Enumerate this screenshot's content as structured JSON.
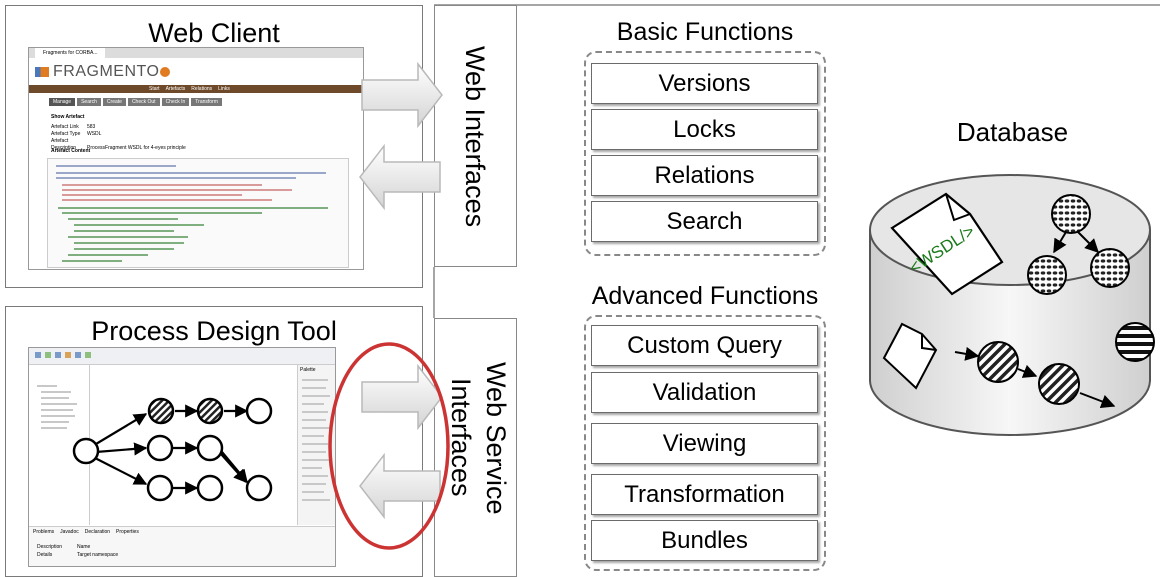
{
  "web_client": {
    "title": "Web Client",
    "screenshot": {
      "tab_title": "Fragments for CORBA...",
      "logo_text": "FRAGMENTO",
      "nav_tabs": [
        "Start",
        "Artefacts",
        "Relations",
        "Links"
      ],
      "action_tabs": [
        "Manage",
        "Search",
        "Create",
        "Check Out",
        "Check In",
        "Transform"
      ],
      "section_show": "Show Artefact",
      "fields": [
        {
          "label": "Artefact Link",
          "value": "583"
        },
        {
          "label": "Artefact Type",
          "value": "WSDL"
        },
        {
          "label": "Artefact Description",
          "value": "ProcessFragment WSDL for 4-eyes principle"
        }
      ],
      "content_heading": "Artefact Content"
    }
  },
  "web_interfaces": {
    "label": "Web Interfaces"
  },
  "process_design_tool": {
    "title": "Process Design Tool",
    "palette_title": "Palette",
    "bottom_tabs": [
      "Problems",
      "Javadoc",
      "Declaration",
      "Properties"
    ],
    "properties": [
      {
        "label": "Description",
        "value": "Name"
      },
      {
        "label": "Details",
        "value": "Target namespace"
      }
    ]
  },
  "web_service_interfaces": {
    "label_line1": "Web Service",
    "label_line2": "Interfaces"
  },
  "basic_functions": {
    "title": "Basic Functions",
    "items": [
      "Versions",
      "Locks",
      "Relations",
      "Search"
    ]
  },
  "advanced_functions": {
    "title": "Advanced Functions",
    "items": [
      "Custom Query",
      "Validation",
      "Viewing",
      "Transformation",
      "Bundles"
    ]
  },
  "database": {
    "title": "Database",
    "wsdl_label": "<WSDL/>"
  },
  "colors": {
    "highlight_ellipse": "#cc3333",
    "border": "#7a7a7a",
    "logo_accent": "#e07b22",
    "wsdl_text": "#1a7a1a"
  }
}
